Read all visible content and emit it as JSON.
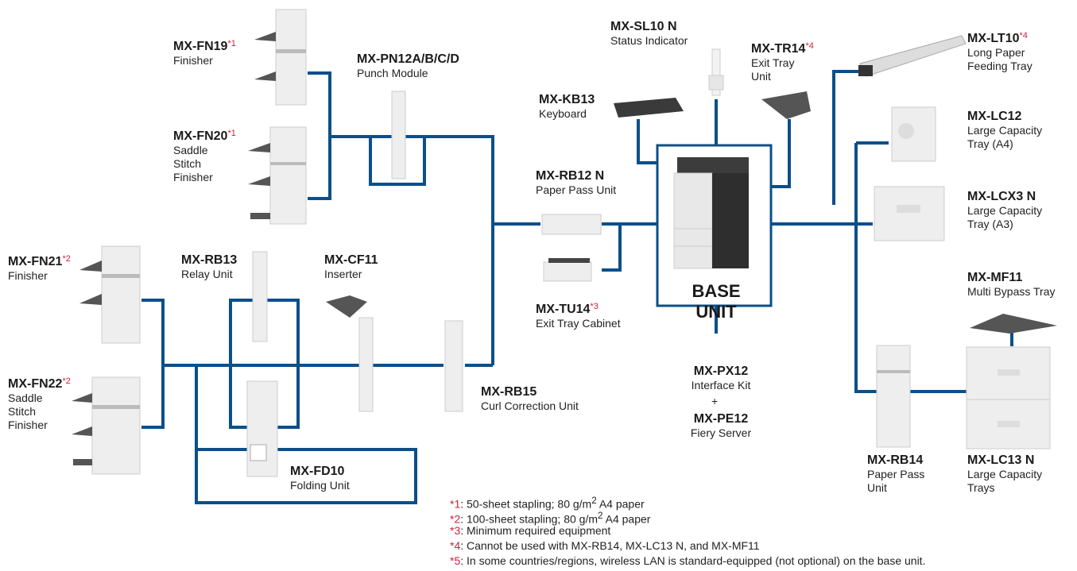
{
  "colors": {
    "line": "#0b4f8a",
    "mark": "#d0203a",
    "device": "#eeeeee",
    "device_dark": "#555555"
  },
  "base_unit": {
    "label": "BASE UNIT"
  },
  "plus": "+",
  "labels": {
    "fn19": {
      "code": "MX-FN19",
      "mark": "*1",
      "desc": "Finisher"
    },
    "fn20": {
      "code": "MX-FN20",
      "mark": "*1",
      "desc": "Saddle\nStitch\nFinisher"
    },
    "pn12": {
      "code": "MX-PN12A/B/C/D",
      "mark": "",
      "desc": "Punch Module"
    },
    "kb13": {
      "code": "MX-KB13",
      "mark": "",
      "desc": "Keyboard"
    },
    "sl10": {
      "code": "MX-SL10 N",
      "mark": "",
      "desc": "Status Indicator"
    },
    "tr14": {
      "code": "MX-TR14",
      "mark": "*4",
      "desc": "Exit Tray\nUnit"
    },
    "lt10": {
      "code": "MX-LT10",
      "mark": "*4",
      "desc": "Long Paper\nFeeding Tray"
    },
    "lc12": {
      "code": "MX-LC12",
      "mark": "",
      "desc": "Large Capacity\nTray (A4)"
    },
    "lcx3": {
      "code": "MX-LCX3 N",
      "mark": "",
      "desc": "Large Capacity\nTray (A3)"
    },
    "mf11": {
      "code": "MX-MF11",
      "mark": "",
      "desc": "Multi Bypass Tray"
    },
    "rb12": {
      "code": "MX-RB12 N",
      "mark": "",
      "desc": "Paper Pass Unit"
    },
    "tu14": {
      "code": "MX-TU14",
      "mark": "*3",
      "desc": "Exit Tray Cabinet"
    },
    "fn21": {
      "code": "MX-FN21",
      "mark": "*2",
      "desc": "Finisher"
    },
    "fn22": {
      "code": "MX-FN22",
      "mark": "*2",
      "desc": "Saddle\nStitch\nFinisher"
    },
    "rb13": {
      "code": "MX-RB13",
      "mark": "",
      "desc": "Relay Unit"
    },
    "cf11": {
      "code": "MX-CF11",
      "mark": "",
      "desc": "Inserter"
    },
    "rb15": {
      "code": "MX-RB15",
      "mark": "",
      "desc": "Curl Correction Unit"
    },
    "fd10": {
      "code": "MX-FD10",
      "mark": "",
      "desc": "Folding Unit"
    },
    "px12": {
      "code": "MX-PX12",
      "mark": "",
      "desc": "Interface Kit"
    },
    "pe12": {
      "code": "MX-PE12",
      "mark": "",
      "desc": "Fiery Server"
    },
    "rb14": {
      "code": "MX-RB14",
      "mark": "",
      "desc": "Paper Pass\nUnit"
    },
    "lc13": {
      "code": "MX-LC13 N",
      "mark": "",
      "desc": "Large Capacity\nTrays"
    }
  },
  "footnotes": [
    {
      "mark": "*1",
      "pre": ": 50-sheet stapling; 80 g/m",
      "sup": "2",
      "post": " A4 paper"
    },
    {
      "mark": "*2",
      "pre": ": 100-sheet stapling; 80 g/m",
      "sup": "2",
      "post": " A4 paper"
    },
    {
      "mark": "*3",
      "pre": ": Minimum required equipment",
      "sup": "",
      "post": ""
    },
    {
      "mark": "*4",
      "pre": ": Cannot be used with MX-RB14, MX-LC13 N, and MX-MF11",
      "sup": "",
      "post": ""
    },
    {
      "mark": "*5",
      "pre": ": In some countries/regions, wireless LAN is standard-equipped (not optional) on the base unit.",
      "sup": "",
      "post": ""
    }
  ]
}
